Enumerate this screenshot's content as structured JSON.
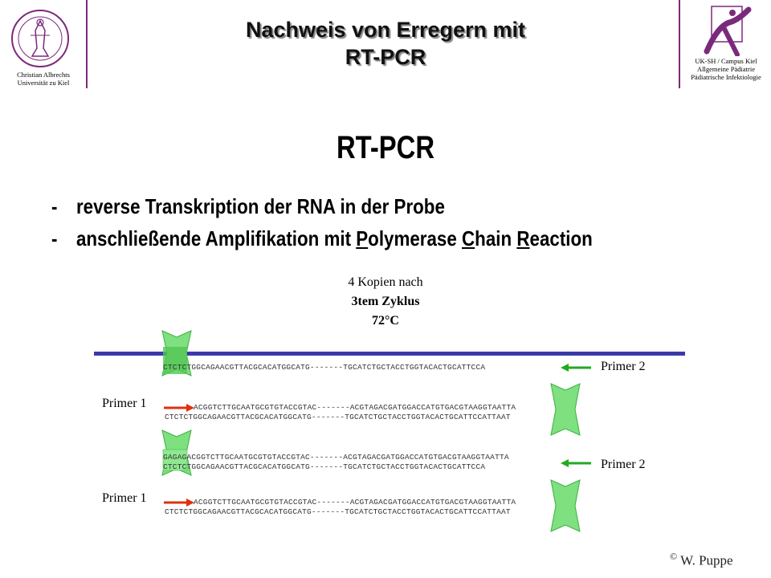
{
  "header": {
    "title_line1": "Nachweis von Erregern mit",
    "title_line2": "RT-PCR",
    "left_caption": [
      "Christian Albrechts",
      "Universität zu Kiel"
    ],
    "right_caption": [
      "UK-SH / Campus Kiel",
      "Allgemeine Pädiatrie",
      "Pädiatrische Infektiologie"
    ]
  },
  "heading": "RT-PCR",
  "bullets": [
    {
      "dash": "-",
      "parts": [
        "reverse Transkription der RNA in der Probe"
      ]
    },
    {
      "dash": "-",
      "pre": "anschließende Amplifikation mit ",
      "u1": "P",
      "m1": "olymerase ",
      "u2": "C",
      "m2": "hain ",
      "u3": "R",
      "m3": "eaction"
    }
  ],
  "cycle_info": {
    "line1": "4 Kopien nach",
    "line2": "3tem Zyklus",
    "line3": "72°C"
  },
  "sequences": {
    "s1": "CTCTCTGGCAGAACGTTACGCACATGGCATG-------TGCATCTGCTACCTGGTACACTGCATTCCA",
    "s2a": "ACGGTCTTGCAATGCGTGTACCGTAC-------ACGTAGACGATGGACCATGTGACGTAAGGTAATTA",
    "s2b": "CTCTCTGGCAGAACGTTACGCACATGGCATG-------TGCATCTGCTACCTGGTACACTGCATTCCATTAAT",
    "s3a": "GAGAGACGGTCTTGCAATGCGTGTACCGTAC-------ACGTAGACGATGGACCATGTGACGTAAGGTAATTA",
    "s3b": "CTCTCTGGCAGAACGTTACGCACATGGCATG-------TGCATCTGCTACCTGGTACACTGCATTCCA",
    "s4a": "ACGGTCTTGCAATGCGTGTACCGTAC-------ACGTAGACGATGGACCATGTGACGTAAGGTAATTA",
    "s4b": "CTCTCTGGCAGAACGTTACGCACATGGCATG-------TGCATCTGCTACCTGGTACACTGCATTCCATTAAT"
  },
  "primers": {
    "p2_top": "Primer 2",
    "p1_a": "Primer 1",
    "p2_mid": "Primer 2",
    "p1_b": "Primer 1"
  },
  "footer": {
    "copyright_symbol": "©",
    "author": "W. Puppe"
  },
  "colors": {
    "accent_purple": "#7b2a7b",
    "strand_blue": "#3a3aa8",
    "primer_green": "#7ee07e",
    "primer2_arrow": "#22aa22",
    "primer1_arrow": "#e03010"
  }
}
